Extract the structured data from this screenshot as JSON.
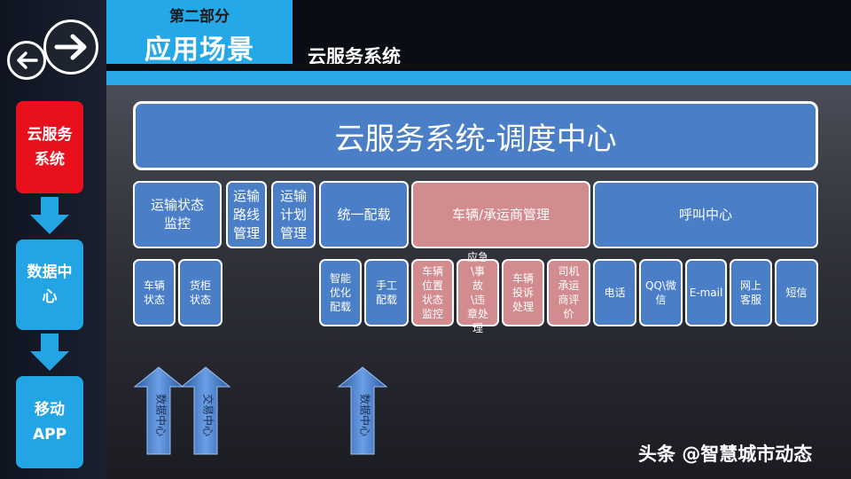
{
  "header": {
    "section_label": "第二部分",
    "section_title": "应用场景",
    "page_title": "云服务系统"
  },
  "nav": {
    "back_icon": "arrow-left-icon",
    "forward_icon": "arrow-right-icon"
  },
  "sidebar": {
    "items": [
      {
        "label": "云服务系统",
        "active": true
      },
      {
        "label": "数据中心",
        "active": false
      },
      {
        "label": "移动APP",
        "active": false
      }
    ]
  },
  "diagram": {
    "title": "云服务系统-调度中心",
    "level1": [
      {
        "label": "运输状态监控",
        "color": "blue"
      },
      {
        "label": "运输路线管理",
        "color": "blue"
      },
      {
        "label": "运输计划管理",
        "color": "blue"
      },
      {
        "label": "统一配载",
        "color": "blue"
      },
      {
        "label": "车辆/承运商管理",
        "color": "pink"
      },
      {
        "label": "呼叫中心",
        "color": "blue"
      }
    ],
    "level2": [
      {
        "label": "车辆状态"
      },
      {
        "label": "货柜状态"
      },
      {
        "label": "智能优化配载"
      },
      {
        "label": "手工配载"
      },
      {
        "label": "车辆位置状态监控"
      },
      {
        "label": "应急\\事故\\违章处理"
      },
      {
        "label": "车辆投诉处理"
      },
      {
        "label": "司机承运商评价"
      },
      {
        "label": "电话"
      },
      {
        "label": "QQ\\微信"
      },
      {
        "label": "E-mail"
      },
      {
        "label": "网上客服"
      },
      {
        "label": "短信"
      }
    ],
    "arrows": [
      {
        "label": "数据中心"
      },
      {
        "label": "交易中心"
      },
      {
        "label": "数据中心"
      }
    ]
  },
  "watermark": "头条 @智慧城市动态",
  "colors": {
    "accent": "#2aa7e6",
    "active": "#e8101c",
    "module_blue": "#4a7ec6",
    "module_pink": "#d28c8f"
  }
}
